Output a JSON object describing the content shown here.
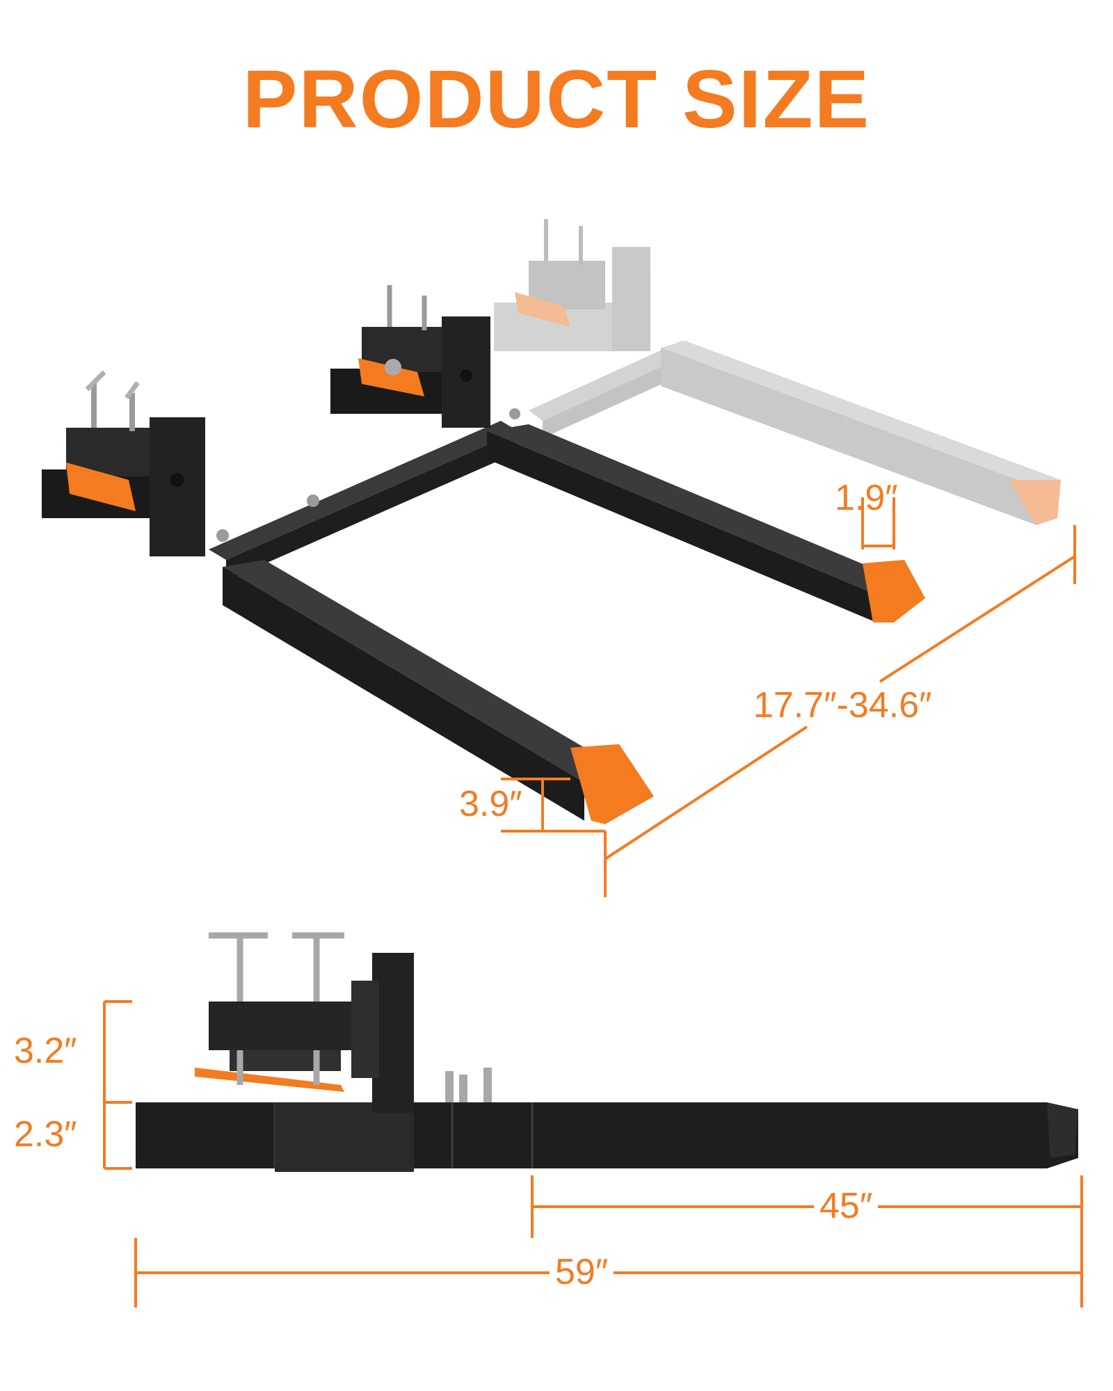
{
  "title": "PRODUCT SIZE",
  "colors": {
    "accent": "#f47b20",
    "metal": "#2a2a2a",
    "metal_dark": "#161616",
    "ghost": "#c8c8c8",
    "ghost_accent": "#f3b48a",
    "background": "#ffffff"
  },
  "dimensions": {
    "tine_width": "1.9″",
    "spread_range": "17.7″-34.6″",
    "tine_height": "3.9″",
    "clamp_height": "3.2″",
    "tine_height_side": "2.3″",
    "tine_length": "45″",
    "total_length": "59″"
  }
}
